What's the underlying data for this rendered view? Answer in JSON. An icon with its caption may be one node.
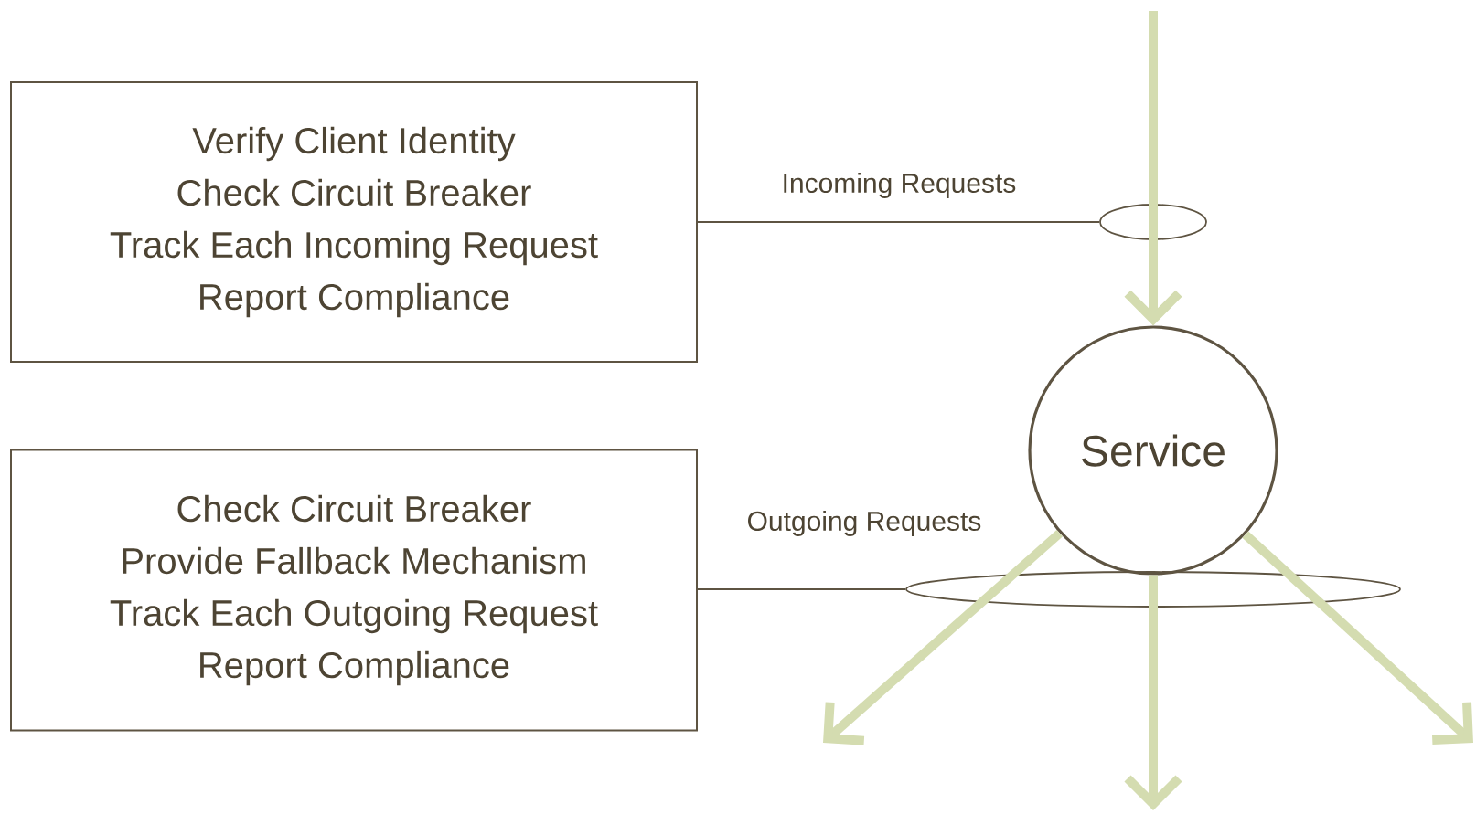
{
  "diagram": {
    "nodes": [
      {
        "text": [
          "Verify Client Identity",
          "Check Circuit Breaker",
          "Track Each Incoming Request",
          "Report Compliance"
        ]
      },
      {
        "text": [
          "Check Circuit Breaker",
          "Provide Fallback Mechanism",
          "Track Each Outgoing Request",
          "Report Compliance"
        ]
      },
      {
        "text": [
          "Service"
        ]
      },
      {
        "text": [],
        "shape": "ellipse"
      },
      {
        "text": [],
        "shape": "ellipse"
      }
    ],
    "edges": [
      {
        "from": 0,
        "to": 3,
        "arrow": "none",
        "label": "Incoming Requests",
        "color": "#5e5442"
      },
      {
        "from": 1,
        "to": 4,
        "arrow": "none",
        "label": "Outgoing Requests",
        "color": "#5e5442"
      },
      {
        "from": null,
        "to": 2,
        "arrow": "to"
      },
      {
        "from": 2,
        "to": null,
        "arrow": "to"
      },
      {
        "from": 2,
        "to": null,
        "arrow": "to"
      },
      {
        "from": 2,
        "to": null,
        "arrow": "to"
      }
    ]
  }
}
